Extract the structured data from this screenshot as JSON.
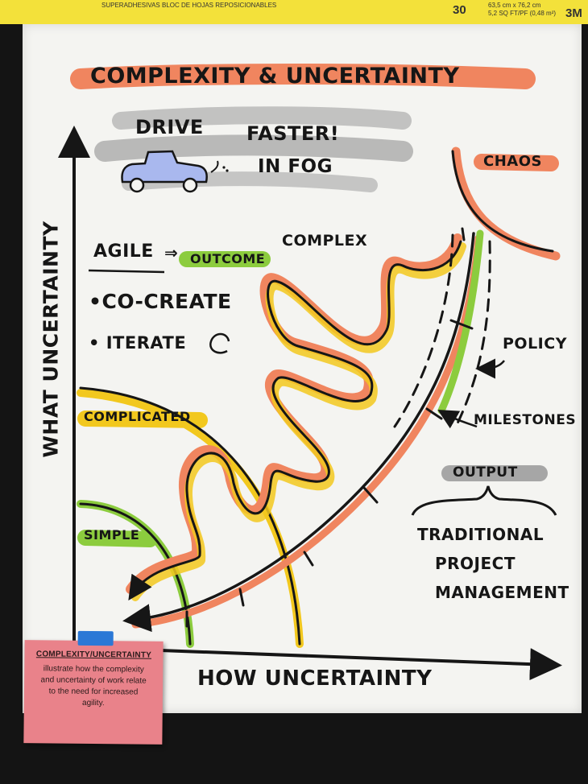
{
  "header": {
    "brand": "3M",
    "count": "30",
    "line_1": "SUPERADHESIVAS BLOC DE HOJAS REPOSICIONABLES",
    "dims_1": "63,5 cm x 76,2 cm",
    "dims_2": "5,2 SQ FT/PF (0,48 m²)"
  },
  "title": "COMPLEXITY & UNCERTAINTY",
  "fog_note": {
    "line_1": "DRIVE",
    "line_2": "FASTER!",
    "line_3": "IN FOG"
  },
  "axes": {
    "y_label": "WHAT UNCERTAINTY",
    "x_label": "HOW UNCERTAINTY"
  },
  "zones": {
    "simple": "SIMPLE",
    "complicated": "COMPLICATED",
    "complex": "COMPLEX",
    "chaos": "CHAOS"
  },
  "agile": {
    "heading": "AGILE",
    "arrow": "⇒",
    "outcome": "OUTCOME",
    "bullets": [
      "•CO-CREATE",
      "• ITERATE"
    ]
  },
  "traditional": {
    "policy": "POLICY",
    "milestones": "MILESTONES",
    "output": "OUTPUT",
    "label": [
      "TRADITIONAL",
      "PROJECT",
      "MANAGEMENT"
    ]
  },
  "sticky_note": {
    "title": "COMPLEXITY/UNCERTAINTY",
    "body": "illustrate how the complexity and uncertainty of work relate to the need for increased agility."
  },
  "colors": {
    "marker_black": "#161616",
    "orange_highlight": "#f0855f",
    "yellow_highlight": "#f2c81e",
    "green_highlight": "#8ccc3e",
    "grey_highlight": "#a6a6a6",
    "car_blue": "#a9b8ee",
    "sticky_pink": "#e9828a",
    "tape_blue": "#2b78d6"
  }
}
